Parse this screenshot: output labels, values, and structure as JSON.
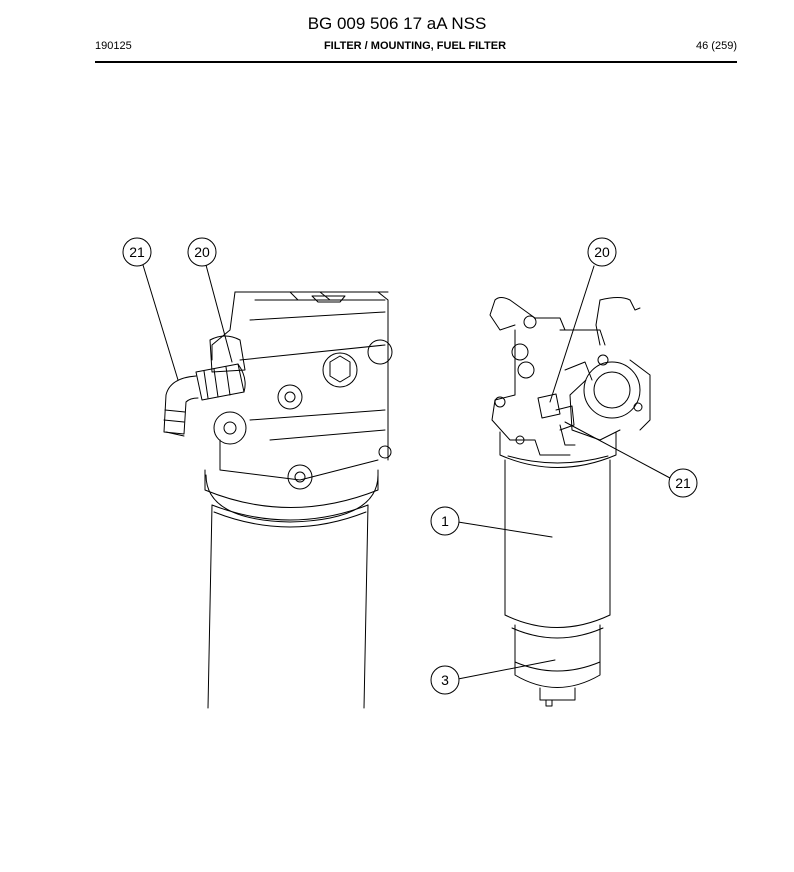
{
  "header": {
    "title": "BG 009 506 17 aA NSS",
    "code": "190125",
    "subtitle": "FILTER / MOUNTING, FUEL FILTER",
    "page": "46 (259)"
  },
  "callouts": {
    "left_21": "21",
    "left_20": "20",
    "right_20": "20",
    "right_21": "21",
    "right_1": "1",
    "right_3": "3"
  }
}
